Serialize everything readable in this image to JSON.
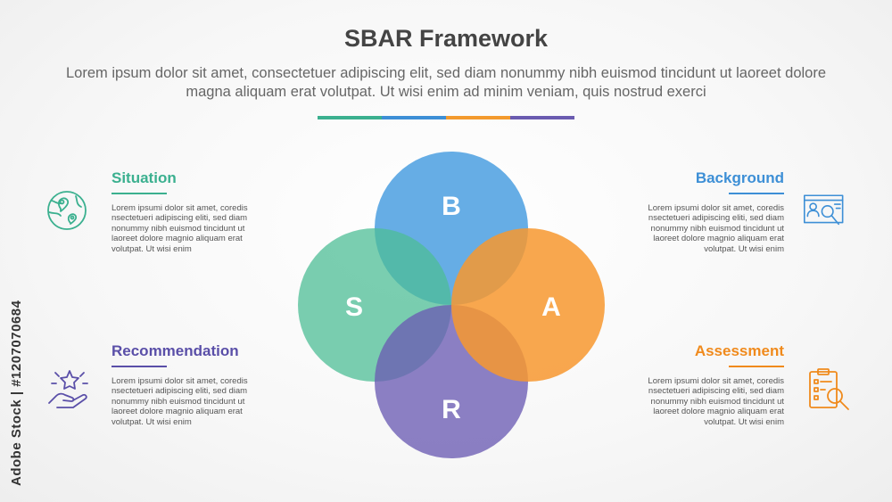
{
  "header": {
    "title": "SBAR Framework",
    "subtitle": "Lorem ipsum dolor sit amet, consectetuer adipiscing elit, sed diam nonummy nibh euismod tincidunt ut laoreet dolore magna aliquam erat volutpat. Ut wisi enim ad minim veniam, quis nostrud exerci"
  },
  "divider_colors": [
    "#3bb08f",
    "#3d8fd6",
    "#f39a2e",
    "#6a5bb0"
  ],
  "circles": {
    "b": {
      "letter": "B",
      "color": "#4b9fe1"
    },
    "s": {
      "letter": "S",
      "color": "#4dbd96"
    },
    "a": {
      "letter": "A",
      "color": "#f7982f"
    },
    "r": {
      "letter": "R",
      "color": "#6c5cb3"
    }
  },
  "sections": {
    "situation": {
      "heading": "Situation",
      "color": "#3bb08f",
      "icon": "location-globe-icon",
      "body": "Lorem ipsumi dolor sit amet, coredis nsectetueri adipiscing eliti, sed diam nonummy nibh euismod tincidunt ut laoreet dolore magnio aliquam erat volutpat. Ut wisi enim"
    },
    "background": {
      "heading": "Background",
      "color": "#3d8fd6",
      "icon": "profile-search-icon",
      "body": "Lorem ipsumi dolor sit amet, coredis nsectetueri adipiscing eliti, sed diam nonummy nibh euismod tincidunt ut laoreet dolore magnio aliquam erat volutpat. Ut wisi enim"
    },
    "recommendation": {
      "heading": "Recommendation",
      "color": "#5a4fa8",
      "icon": "hand-star-icon",
      "body": "Lorem ipsumi dolor sit amet, coredis nsectetueri adipiscing eliti, sed diam nonummy nibh euismod tincidunt ut laoreet dolore magnio aliquam erat volutpat. Ut wisi enim"
    },
    "assessment": {
      "heading": "Assessment",
      "color": "#f08a1c",
      "icon": "clipboard-search-icon",
      "body": "Lorem ipsumi dolor sit amet, coredis nsectetueri adipiscing eliti, sed diam nonummy nibh euismod tincidunt ut laoreet dolore magnio aliquam erat volutpat. Ut wisi enim"
    }
  },
  "watermark": {
    "credit": "Adobe Stock | #1207070684"
  }
}
